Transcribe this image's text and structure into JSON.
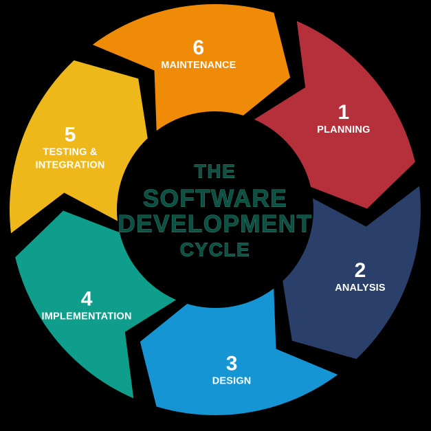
{
  "diagram": {
    "title_lines": [
      "THE",
      "SOFTWARE",
      "DEVELOPMENT",
      "CYCLE"
    ],
    "background_color": "#000000",
    "hub_color": "#000000",
    "hub_text_color": "#0d4f42",
    "hub_text_outline_color": "#2f8f78",
    "label_color": "#ffffff",
    "segments": [
      {
        "number": "1",
        "label": "PLANNING",
        "label_lines": [
          "PLANNING"
        ],
        "color": "#b5303a",
        "start_angle": -70,
        "end_angle": -10
      },
      {
        "number": "2",
        "label": "ANALYSIS",
        "label_lines": [
          "ANALYSIS"
        ],
        "color": "#2a3f69",
        "start_angle": -10,
        "end_angle": 50
      },
      {
        "number": "3",
        "label": "DESIGN",
        "label_lines": [
          "DESIGN"
        ],
        "color": "#1595d4",
        "start_angle": 50,
        "end_angle": 110
      },
      {
        "number": "4",
        "label": "IMPLEMENTATION",
        "label_lines": [
          "IMPLEMENTATION"
        ],
        "color": "#0f9e8b",
        "start_angle": 110,
        "end_angle": 170
      },
      {
        "number": "5",
        "label": "TESTING & INTEGRATION",
        "label_lines": [
          "TESTING &",
          "INTEGRATION"
        ],
        "color": "#eeb81a",
        "start_angle": 170,
        "end_angle": 230
      },
      {
        "number": "6",
        "label": "MAINTENANCE",
        "label_lines": [
          "MAINTENANCE"
        ],
        "color": "#ef8b07",
        "start_angle": 230,
        "end_angle": 290
      }
    ]
  }
}
